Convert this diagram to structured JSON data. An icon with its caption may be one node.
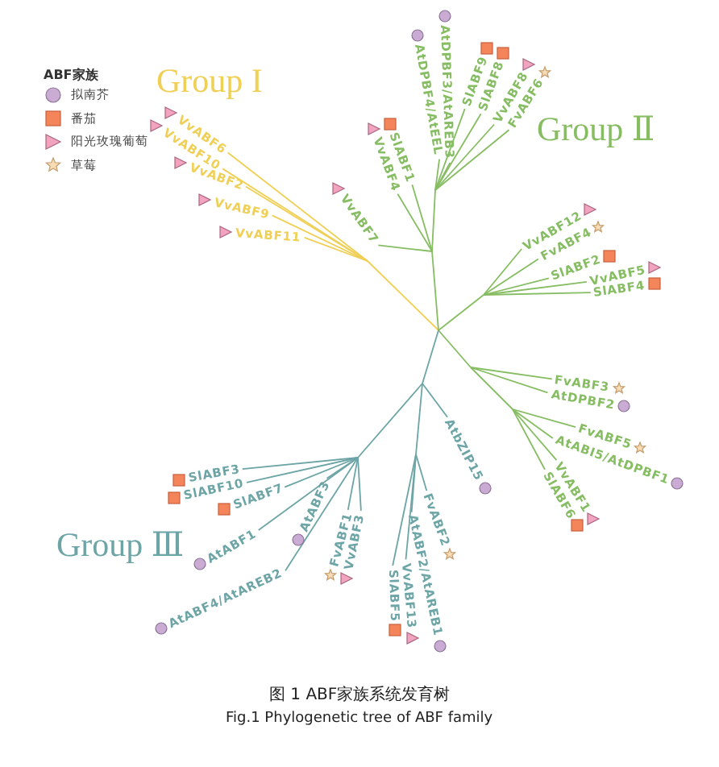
{
  "diagram": {
    "caption": "图 1 ABF家族系统发育树",
    "labels": [
      "ABF家族",
      "Group I",
      "VvABF6",
      "VvABF10",
      "VvABF2",
      "VvABF9",
      "VvABF11",
      "AtDPBF3/AtAREB3",
      "AtDPBF4/AtEEL",
      "SlABF9",
      "SlABF8",
      "VvABF8",
      "FvABF6",
      "SlABF1",
      "VvABF4",
      "Group Ⅱ",
      "VvABF7",
      "VvABF12",
      "FvABF4",
      "SlABF2",
      "VvABF5",
      "SlABF4",
      "FvABF3",
      "AtDPBF2",
      "AtbZIP15",
      "FvABF5",
      "AtABI5/AtDPBF1",
      "VvABF1",
      "SlABF6",
      "SlABF3",
      "SlABF10",
      "SlABF7",
      "Group Ⅲ",
      "AtABF1",
      "AtABF4/AtAREB2",
      "AtABF3",
      "FvABF1",
      "VvABF3",
      "FvABF2",
      "AtABF2/AtAREB1",
      "SlABF5",
      "VvABF13",
      "Fig.1 Phylogenetic tree of ABF family"
    ],
    "legend": [
      {
        "text": "拟南芥"
      },
      {
        "text": "番茄"
      },
      {
        "text": "阳光玫瑰葡萄"
      },
      {
        "text": "草莓"
      }
    ]
  }
}
